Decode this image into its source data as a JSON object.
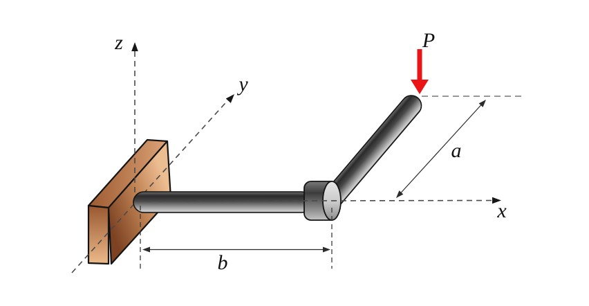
{
  "figure": {
    "axis_labels": {
      "z": "z",
      "y": "y",
      "x": "x"
    },
    "force_label": "P",
    "dimension_labels": {
      "a": "a",
      "b": "b"
    },
    "colors": {
      "force_arrow_color": "#ea1315",
      "label_ink": "#111111",
      "outline_color": "#141414",
      "axis_dash_color": "#4a4a4a",
      "ref_dash_color": "#777777",
      "ext_dash_color": "#3a3a3a",
      "dim_line_color": "#2b2b2b",
      "axis_head_color": "#171717",
      "wood_dark": "#7c4222",
      "wood_mid": "#b97c4e",
      "wood_light": "#edbd92",
      "rod_dark": "#262626",
      "rod_light": "#cfcfcf",
      "cap_light": "#e6e6e6"
    }
  }
}
